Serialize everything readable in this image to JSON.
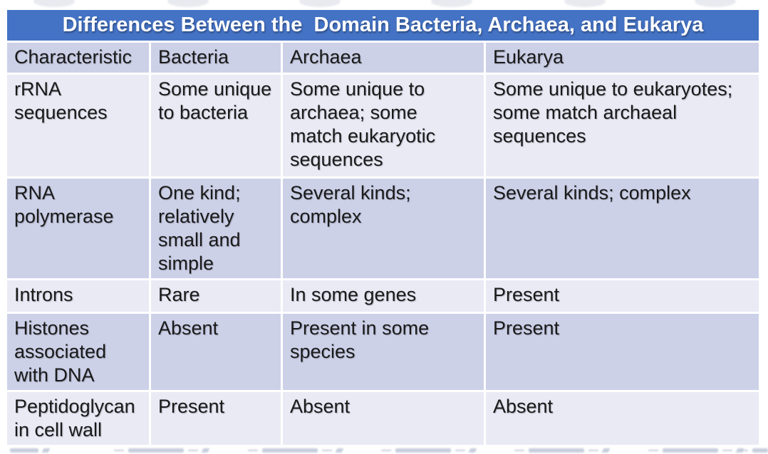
{
  "slide": {
    "title": "Differences Between the  Domain Bacteria, Archaea, and Eukarya"
  },
  "table": {
    "headers": [
      "Characteristic",
      "Bacteria",
      "Archaea",
      "Eukarya"
    ],
    "rows": [
      [
        "rRNA\nsequences",
        "Some unique\nto bacteria",
        "Some unique to\narchaea; some\nmatch eukaryotic\nsequences",
        "Some unique to eukaryotes;\nsome match archaeal\nsequences"
      ],
      [
        "RNA\npolymerase",
        "One kind;\nrelatively\nsmall and\nsimple",
        "Several kinds;\ncomplex",
        "Several kinds; complex"
      ],
      [
        "Introns",
        "Rare",
        "In some genes",
        "Present"
      ],
      [
        "Histones\nassociated\nwith DNA",
        "Absent",
        "Present in some\nspecies",
        "Present"
      ],
      [
        "Peptidoglycan\nin cell wall",
        "Present",
        "Absent",
        "Absent"
      ]
    ]
  },
  "colors": {
    "title_bar": "#4472C4",
    "header_row": "#CCD1E8",
    "row_dark": "#CCD1E8",
    "row_light": "#E9EAF4",
    "title_text": "#FFFFFF",
    "body_text": "#1A1A1A"
  }
}
